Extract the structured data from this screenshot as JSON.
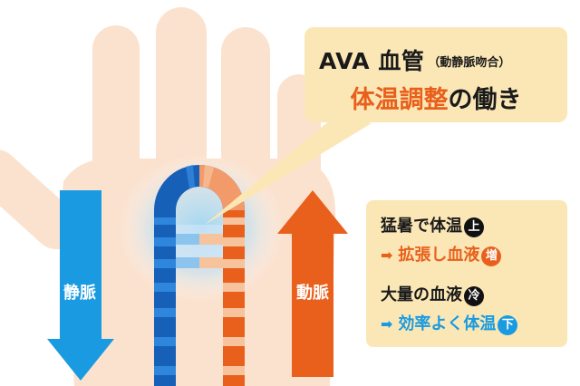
{
  "callout": {
    "title_main": "AVA 血管",
    "title_paren": "（動静脈吻合）",
    "subtitle_highlight": "体温調整",
    "subtitle_rest": "の働き"
  },
  "left_arrow": {
    "label": "静脈"
  },
  "right_arrow": {
    "label": "動脈"
  },
  "info": {
    "hot_label": "猛暑で体温",
    "hot_badge": "上",
    "hot_arrow": "➡",
    "hot_effect": "拡張し血液",
    "hot_effect_badge": "増",
    "cold_label": "大量の血液",
    "cold_badge": "冷",
    "cold_arrow": "➡",
    "cold_effect": "効率よく体温",
    "cold_effect_badge": "下"
  },
  "colors": {
    "vein_blue": "#1a9ae0",
    "artery_orange": "#e8601c",
    "panel_bg": "#fbe7b6",
    "hand_skin": "#fbe2cf"
  }
}
